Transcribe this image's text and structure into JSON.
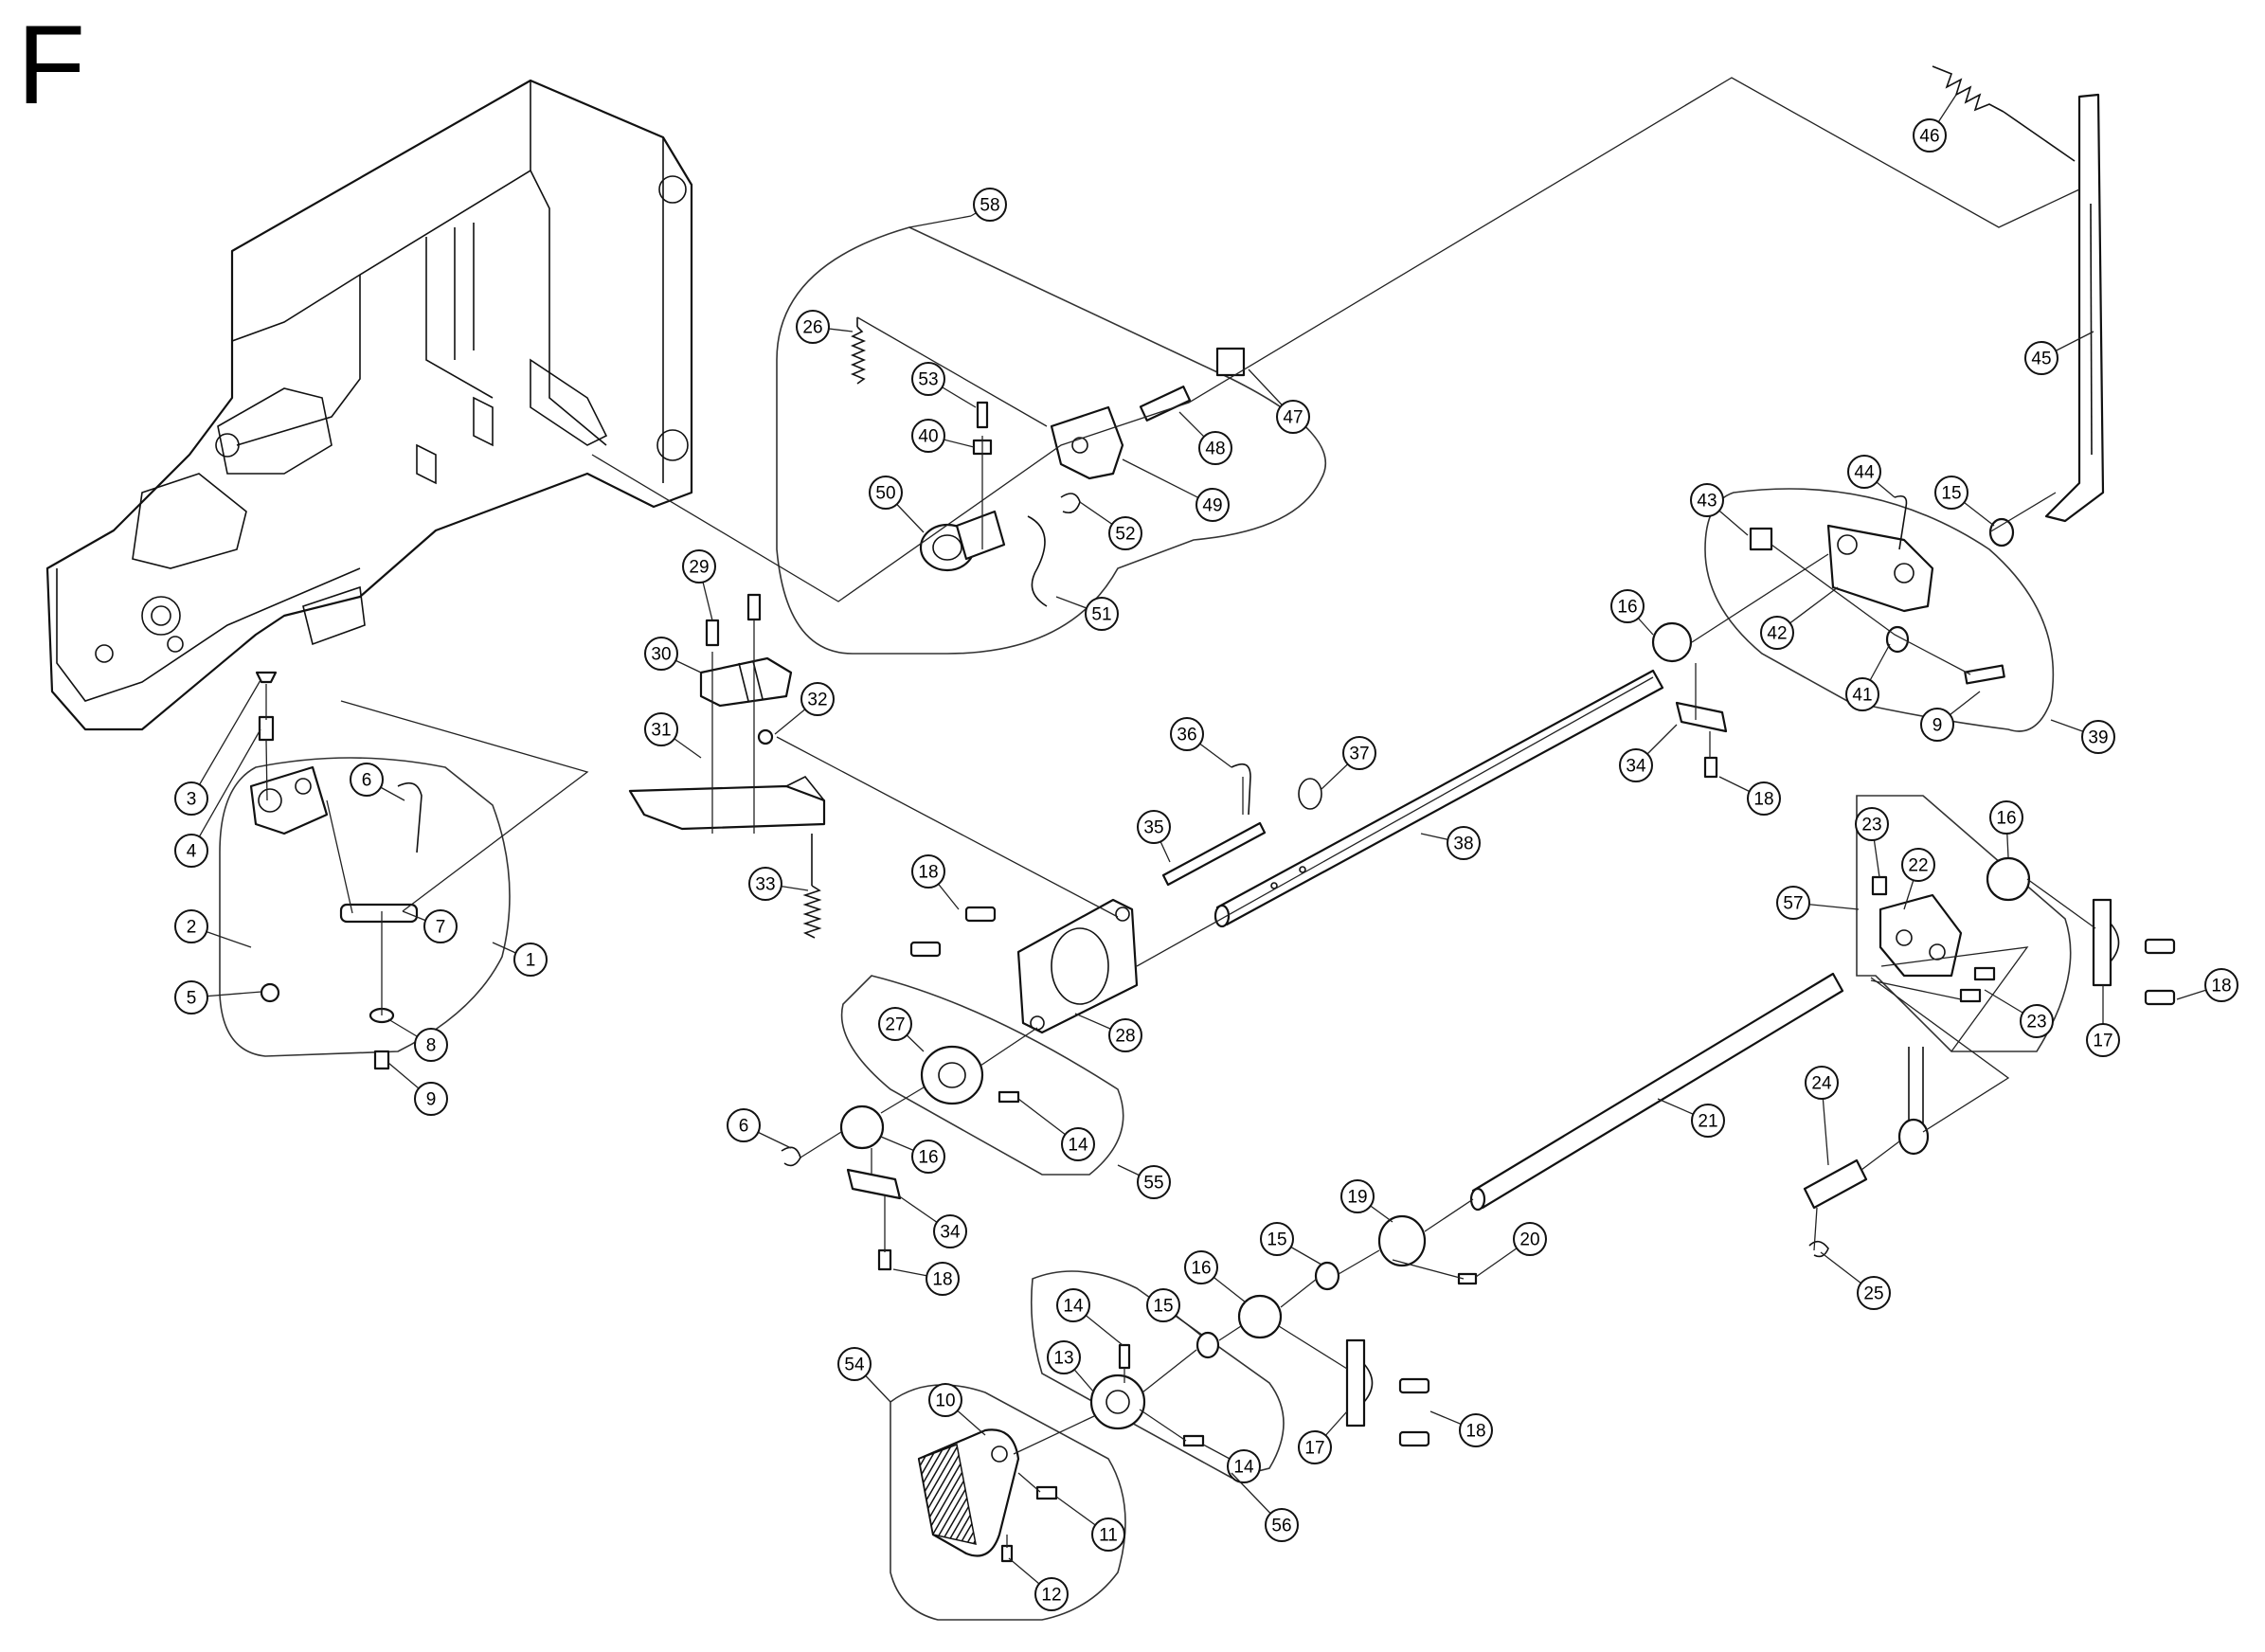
{
  "section_letter": "F",
  "callouts": [
    {
      "id": "c1",
      "num": "1"
    },
    {
      "id": "c2",
      "num": "2"
    },
    {
      "id": "c3",
      "num": "3"
    },
    {
      "id": "c4",
      "num": "4"
    },
    {
      "id": "c5",
      "num": "5"
    },
    {
      "id": "c6a",
      "num": "6"
    },
    {
      "id": "c7",
      "num": "7"
    },
    {
      "id": "c8",
      "num": "8"
    },
    {
      "id": "c9a",
      "num": "9"
    },
    {
      "id": "c26",
      "num": "26"
    },
    {
      "id": "c53",
      "num": "53"
    },
    {
      "id": "c40",
      "num": "40"
    },
    {
      "id": "c50",
      "num": "50"
    },
    {
      "id": "c58",
      "num": "58"
    },
    {
      "id": "c47",
      "num": "47"
    },
    {
      "id": "c48",
      "num": "48"
    },
    {
      "id": "c49",
      "num": "49"
    },
    {
      "id": "c52",
      "num": "52"
    },
    {
      "id": "c51",
      "num": "51"
    },
    {
      "id": "c29",
      "num": "29"
    },
    {
      "id": "c30",
      "num": "30"
    },
    {
      "id": "c32",
      "num": "32"
    },
    {
      "id": "c31",
      "num": "31"
    },
    {
      "id": "c33",
      "num": "33"
    },
    {
      "id": "c36",
      "num": "36"
    },
    {
      "id": "c37",
      "num": "37"
    },
    {
      "id": "c35",
      "num": "35"
    },
    {
      "id": "c38",
      "num": "38"
    },
    {
      "id": "c18a",
      "num": "18"
    },
    {
      "id": "c28",
      "num": "28"
    },
    {
      "id": "c27",
      "num": "27"
    },
    {
      "id": "c14a",
      "num": "14"
    },
    {
      "id": "c55",
      "num": "55"
    },
    {
      "id": "c6b",
      "num": "6"
    },
    {
      "id": "c16a",
      "num": "16"
    },
    {
      "id": "c34a",
      "num": "34"
    },
    {
      "id": "c18b",
      "num": "18"
    },
    {
      "id": "c46",
      "num": "46"
    },
    {
      "id": "c45",
      "num": "45"
    },
    {
      "id": "c44",
      "num": "44"
    },
    {
      "id": "c15a",
      "num": "15"
    },
    {
      "id": "c43",
      "num": "43"
    },
    {
      "id": "c16b",
      "num": "16"
    },
    {
      "id": "c42",
      "num": "42"
    },
    {
      "id": "c41",
      "num": "41"
    },
    {
      "id": "c9b",
      "num": "9"
    },
    {
      "id": "c39",
      "num": "39"
    },
    {
      "id": "c34b",
      "num": "34"
    },
    {
      "id": "c18c",
      "num": "18"
    },
    {
      "id": "c23a",
      "num": "23"
    },
    {
      "id": "c57",
      "num": "57"
    },
    {
      "id": "c22",
      "num": "22"
    },
    {
      "id": "c16c",
      "num": "16"
    },
    {
      "id": "c23b",
      "num": "23"
    },
    {
      "id": "c18d",
      "num": "18"
    },
    {
      "id": "c17a",
      "num": "17"
    },
    {
      "id": "c21",
      "num": "21"
    },
    {
      "id": "c24",
      "num": "24"
    },
    {
      "id": "c25",
      "num": "25"
    },
    {
      "id": "c19",
      "num": "19"
    },
    {
      "id": "c20",
      "num": "20"
    },
    {
      "id": "c15b",
      "num": "15"
    },
    {
      "id": "c16d",
      "num": "16"
    },
    {
      "id": "c15c",
      "num": "15"
    },
    {
      "id": "c14b",
      "num": "14"
    },
    {
      "id": "c13",
      "num": "13"
    },
    {
      "id": "c14c",
      "num": "14"
    },
    {
      "id": "c56",
      "num": "56"
    },
    {
      "id": "c17b",
      "num": "17"
    },
    {
      "id": "c18e",
      "num": "18"
    },
    {
      "id": "c54",
      "num": "54"
    },
    {
      "id": "c10",
      "num": "10"
    },
    {
      "id": "c11",
      "num": "11"
    },
    {
      "id": "c12",
      "num": "12"
    }
  ]
}
